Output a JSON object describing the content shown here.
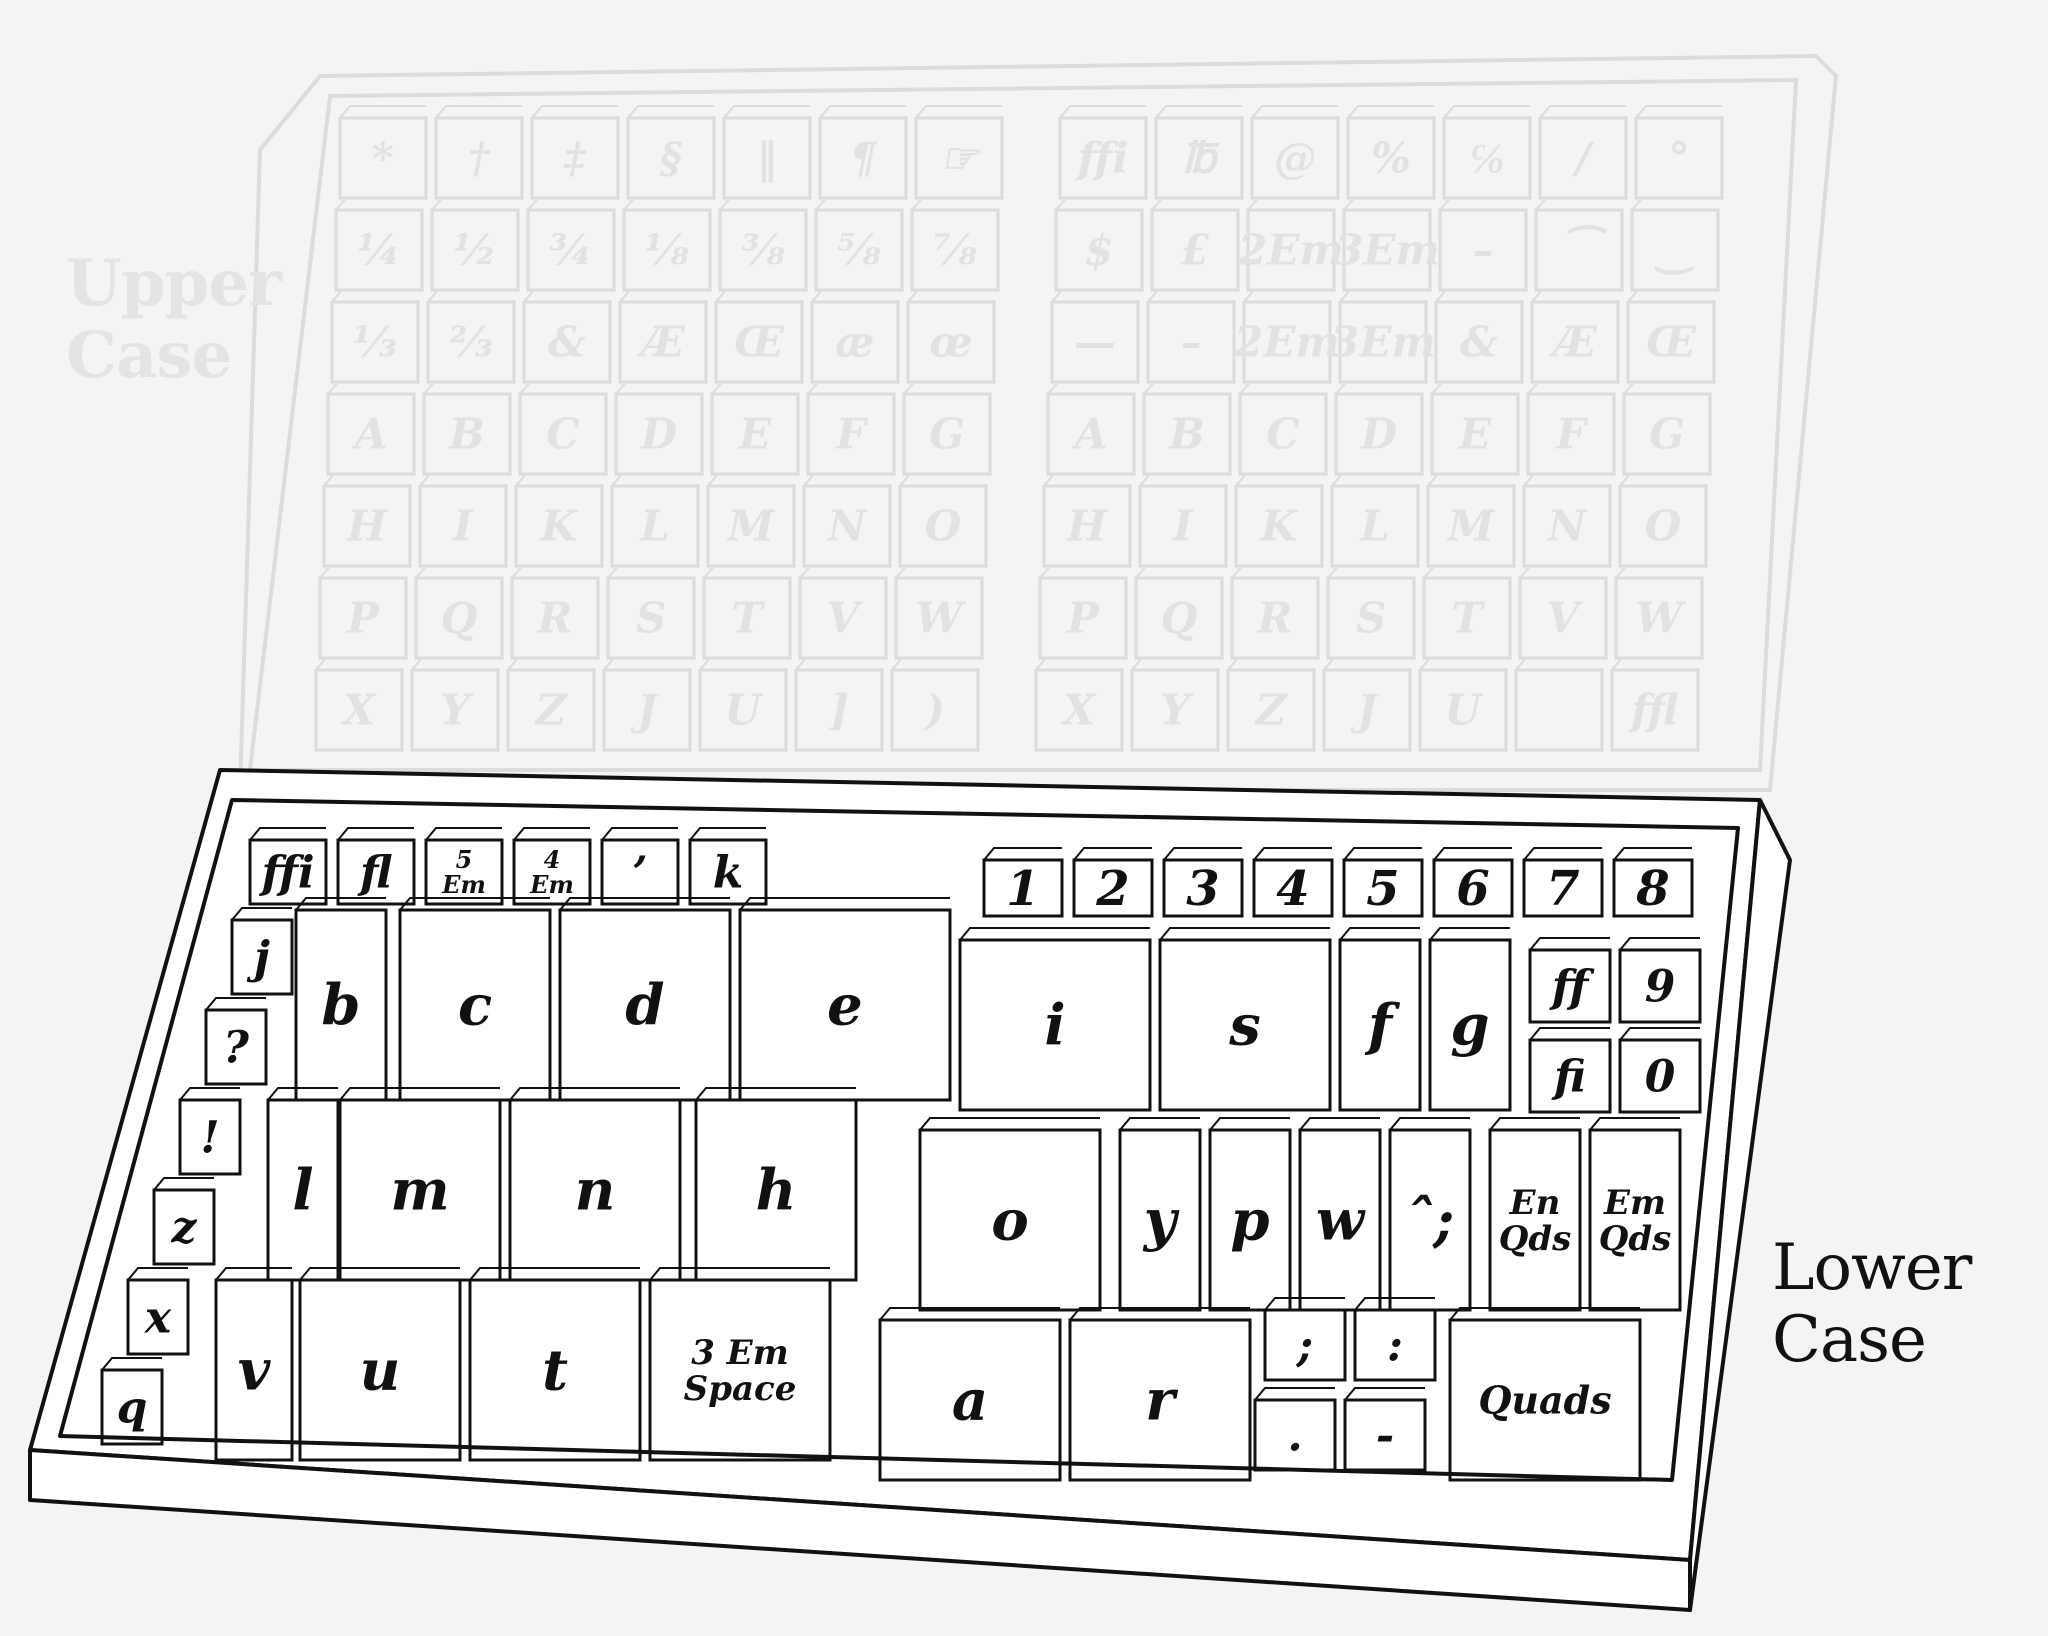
{
  "labels": {
    "upper_case": [
      "Upper",
      "Case"
    ],
    "lower_case": [
      "Lower",
      "Case"
    ]
  },
  "colors": {
    "upper_stroke": "#dcdcda",
    "upper_text": "#e2e2e0",
    "lower_stroke": "#111111",
    "lower_text": "#111111",
    "paper": "#f4f4f2"
  },
  "upper_case": {
    "left_rows": [
      [
        "*",
        "†",
        "‡",
        "§",
        "‖",
        "¶",
        "☞"
      ],
      [
        "¼",
        "½",
        "¾",
        "⅛",
        "⅜",
        "⅝",
        "⅞"
      ],
      [
        "⅓",
        "⅔",
        "&",
        "Æ",
        "Œ",
        "æ",
        "œ"
      ],
      [
        "A",
        "B",
        "C",
        "D",
        "E",
        "F",
        "G"
      ],
      [
        "H",
        "I",
        "K",
        "L",
        "M",
        "N",
        "O"
      ],
      [
        "P",
        "Q",
        "R",
        "S",
        "T",
        "V",
        "W"
      ],
      [
        "X",
        "Y",
        "Z",
        "J",
        "U",
        "]",
        ")"
      ]
    ],
    "right_rows": [
      [
        "ffi",
        "℔",
        "@",
        "%",
        "℅",
        "/",
        "°"
      ],
      [
        "$",
        "£",
        "2Em",
        "3Em",
        "–",
        "⁀",
        "‿"
      ],
      [
        "—",
        "–",
        "2Em",
        "3Em",
        "&",
        "Æ",
        "Œ"
      ],
      [
        "A",
        "B",
        "C",
        "D",
        "E",
        "F",
        "G"
      ],
      [
        "H",
        "I",
        "K",
        "L",
        "M",
        "N",
        "O"
      ],
      [
        "P",
        "Q",
        "R",
        "S",
        "T",
        "V",
        "W"
      ],
      [
        "X",
        "Y",
        "Z",
        "J",
        "U",
        "",
        "ffl"
      ]
    ]
  },
  "lower_case": {
    "left_top_row": [
      "ffi",
      "fl",
      "5 Em",
      "4 Em",
      "’",
      "k"
    ],
    "left_column": [
      "j",
      "?",
      "!",
      "z",
      "x",
      "q"
    ],
    "left_bins": {
      "row1": [
        "b",
        "c",
        "d",
        "e"
      ],
      "row2": [
        "l",
        "m",
        "n",
        "h"
      ],
      "row3": [
        "v",
        "u",
        "t",
        "3 Em Space"
      ]
    },
    "right_numbers": [
      "1",
      "2",
      "3",
      "4",
      "5",
      "6",
      "7",
      "8"
    ],
    "right_bins": {
      "row1": [
        "i",
        "s",
        "f",
        "g"
      ],
      "small_right": [
        "ff",
        "9",
        "fi",
        "0"
      ],
      "row2": [
        "o",
        "y",
        "p",
        "w",
        "ˆ;",
        "En Qds",
        "Em Qds"
      ],
      "row3": [
        "a",
        "r",
        ";",
        ":",
        ".",
        "-",
        "Quads"
      ]
    }
  }
}
